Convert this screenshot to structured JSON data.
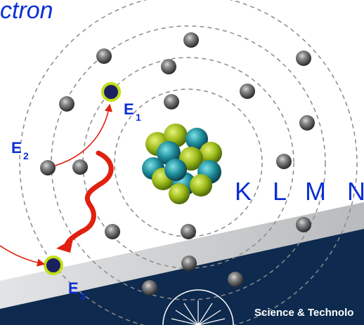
{
  "title_fragment": "ctron",
  "energy_labels": {
    "e1": {
      "main": "E",
      "sub": "1"
    },
    "e2": {
      "main": "E",
      "sub": "2"
    },
    "e3": {
      "main": "E",
      "sub": "3"
    }
  },
  "shell_labels": [
    "K",
    "L",
    "M",
    "N"
  ],
  "footer_text": "Science & Technolo",
  "colors": {
    "label_blue": "#0b2fd4",
    "arrow_red": "#e02010",
    "band_navy": "#0e2a4e",
    "band_silver": "#c9ccce",
    "orbit_gray": "#8a8a8a",
    "nucleus_green": "#9dbb1a",
    "nucleus_teal": "#1e8e9a",
    "electron_highlight": "#2a2f7a",
    "electron_ring": "#c2de16"
  }
}
